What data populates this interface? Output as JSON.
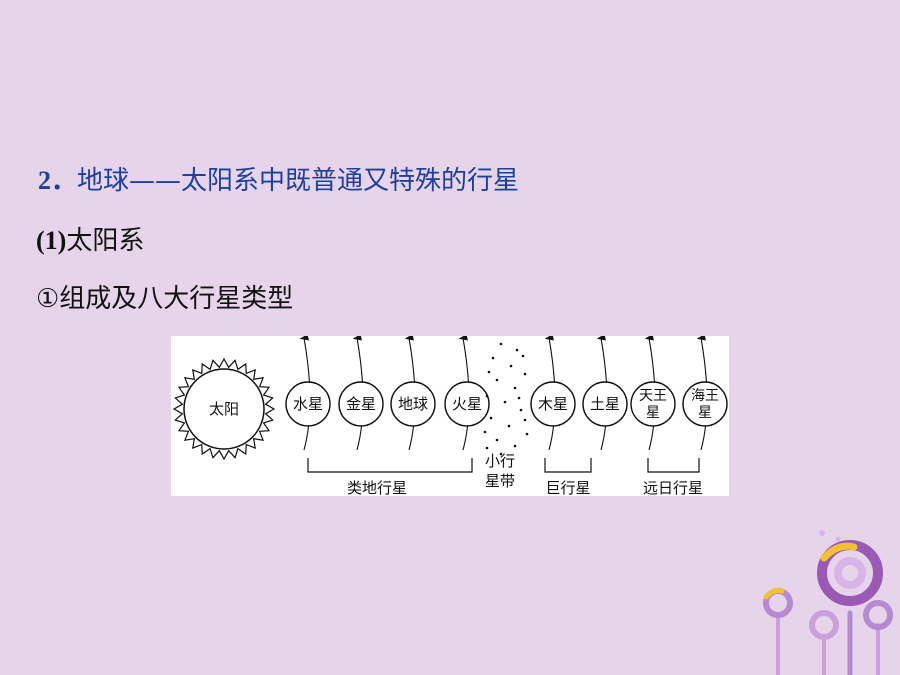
{
  "heading": {
    "number": "2．",
    "text": "地球——太阳系中既普通又特殊的行星"
  },
  "subheading": {
    "marker": "(1)",
    "text": "太阳系"
  },
  "item": {
    "text": "①组成及八大行星类型"
  },
  "diagram": {
    "sun_label": "太阳",
    "planets": [
      {
        "line1": "水星",
        "line2": ""
      },
      {
        "line1": "金星",
        "line2": ""
      },
      {
        "line1": "地球",
        "line2": ""
      },
      {
        "line1": "火星",
        "line2": ""
      },
      {
        "line1": "木星",
        "line2": ""
      },
      {
        "line1": "土星",
        "line2": ""
      },
      {
        "line1": "天王",
        "line2": "星"
      },
      {
        "line1": "海王",
        "line2": "星"
      }
    ],
    "asteroid_label_1": "小行",
    "asteroid_label_2": "星带",
    "groups": {
      "terrestrial": "类地行星",
      "giant": "巨行星",
      "distant": "远日行星"
    }
  },
  "colors": {
    "background": "#e6d5ea",
    "heading": "#1f3f9e",
    "accent_purple": "#9b59b6",
    "accent_yellow": "#f2c230"
  }
}
